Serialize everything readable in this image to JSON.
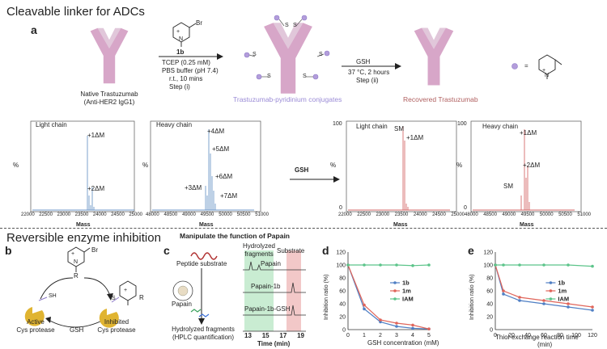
{
  "section_a": {
    "title": "Cleavable linker for ADCs",
    "label": "a",
    "native": {
      "line1": "Native Trastuzumab",
      "line2": "(Anti-HER2 IgG1)"
    },
    "reagent": {
      "name": "1b",
      "br": "Br",
      "plus": "+",
      "n": "N"
    },
    "conditions_i": [
      "TCEP (0.25 mM)",
      "PBS buffer (pH 7.4)",
      "r.t., 10 mins",
      "Step (i)"
    ],
    "conjugate_caption": "Trastuzumab-pyridinium conjugates",
    "conditions_ii": [
      "GSH",
      "37 °C, 2 hours",
      "Step (ii)"
    ],
    "recovered_caption": "Recovered Trastuzumab",
    "legend_equals": "=",
    "s_label": "S",
    "colors": {
      "antibody": "#d7a6c8",
      "dot": "#b39ddb",
      "spectrum_blue": "#6f99c9",
      "spectrum_red": "#d66a6a"
    },
    "spectra_left": [
      {
        "title": "Light chain",
        "ylabel": "%",
        "xlabel": "Mass",
        "ticks": [
          "22000",
          "22500",
          "23000",
          "23500",
          "24000",
          "24500",
          "25000"
        ],
        "annotations": [
          "+1ΔM",
          "+2ΔM"
        ]
      },
      {
        "title": "Heavy chain",
        "ylabel": "%",
        "xlabel": "Mass",
        "ticks": [
          "48000",
          "48500",
          "49000",
          "49500",
          "50000",
          "50500",
          "51000"
        ],
        "annotations": [
          "+4ΔM",
          "+5ΔM",
          "+6ΔM",
          "+3ΔM",
          "+7ΔM"
        ]
      }
    ],
    "gsh_arrow": "GSH",
    "spectra_right": [
      {
        "title": "Light chain",
        "ylabel": "%",
        "xlabel": "Mass",
        "ticks": [
          "22000",
          "22500",
          "23000",
          "23500",
          "24000",
          "24500",
          "25000"
        ],
        "annotations": [
          "SM",
          "+1ΔM"
        ]
      },
      {
        "title": "Heavy chain",
        "ylabel": "%",
        "xlabel": "Mass",
        "ticks": [
          "48000",
          "48500",
          "49000",
          "49500",
          "50000",
          "50500",
          "51000"
        ],
        "annotations": [
          "+1ΔM",
          "+2ΔM",
          "SM"
        ]
      }
    ],
    "y_ticks": [
      "100",
      "0"
    ]
  },
  "section_b": {
    "title": "Reversible enzyme inhibition",
    "label": "b",
    "br": "Br",
    "r": "R",
    "n": "N",
    "plus": "+",
    "sh": "SH",
    "s": "S",
    "active": [
      "Active",
      "Cys protease"
    ],
    "inhibited": [
      "Inhibited",
      "Cys protease"
    ],
    "gsh": "GSH"
  },
  "section_c": {
    "label": "c",
    "title": "Manipulate the function of Papain",
    "peptide": "Peptide substrate",
    "papain": "Papain",
    "hydrolyzed_top": [
      "Hydrolyzed",
      "fragments"
    ],
    "substrate": "Substrate",
    "traces": [
      "Papain",
      "Papain-1b",
      "Papain-1b-GSH"
    ],
    "hydrolyzed_bottom": [
      "Hydrolyzed fragments",
      "(HPLC quantification)"
    ],
    "x_ticks": [
      "13",
      "15",
      "17",
      "19"
    ],
    "x_label": "Time (min)"
  },
  "chart_d": {
    "label": "d",
    "type": "line",
    "xlabel": "GSH concentration (mM)",
    "ylabel": "Inhibition ratio (%)",
    "x": [
      0,
      1,
      2,
      3,
      4,
      5
    ],
    "xlim": [
      0,
      5
    ],
    "ylim": [
      0,
      120
    ],
    "x_ticks": [
      "0",
      "1",
      "2",
      "3",
      "4",
      "5"
    ],
    "y_ticks": [
      "0",
      "20",
      "40",
      "60",
      "80",
      "100",
      "120"
    ],
    "legend_position": "right",
    "series": [
      {
        "name": "1b",
        "color": "#4f7fc4",
        "values": [
          100,
          32,
          12,
          5,
          2,
          1
        ]
      },
      {
        "name": "1m",
        "color": "#e0655a",
        "values": [
          100,
          38,
          15,
          10,
          7,
          1
        ]
      },
      {
        "name": "IAM",
        "color": "#5cc48a",
        "values": [
          100,
          100,
          100,
          100,
          99,
          100
        ]
      }
    ]
  },
  "chart_e": {
    "label": "e",
    "type": "line",
    "xlabel": "Thiol-exchange reaction time",
    "xlabel2": "(min)",
    "ylabel": "Inhibition ratio (%)",
    "x": [
      0,
      10,
      30,
      60,
      90,
      120
    ],
    "xlim": [
      0,
      120
    ],
    "ylim": [
      0,
      120
    ],
    "x_ticks": [
      "0",
      "20",
      "40",
      "60",
      "80",
      "100",
      "120"
    ],
    "y_ticks": [
      "0",
      "20",
      "40",
      "60",
      "80",
      "100",
      "120"
    ],
    "legend_position": "right",
    "series": [
      {
        "name": "1b",
        "color": "#4f7fc4",
        "values": [
          100,
          55,
          45,
          40,
          35,
          30
        ]
      },
      {
        "name": "1m",
        "color": "#e0655a",
        "values": [
          100,
          60,
          50,
          45,
          40,
          35
        ]
      },
      {
        "name": "IAM",
        "color": "#5cc48a",
        "values": [
          100,
          100,
          100,
          100,
          100,
          98
        ]
      }
    ]
  }
}
